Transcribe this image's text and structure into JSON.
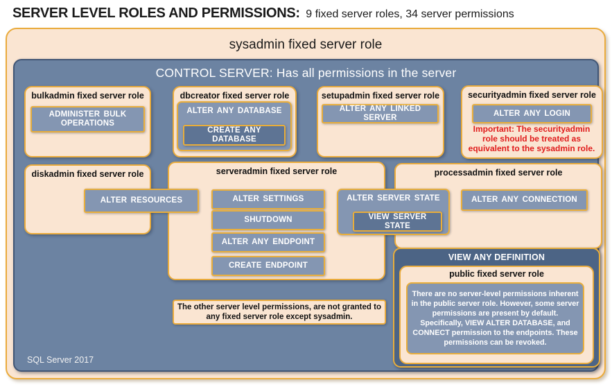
{
  "page": {
    "title_strong": "SERVER LEVEL ROLES AND PERMISSIONS:",
    "title_rest": "9 fixed server roles, 34 server permissions"
  },
  "sysadmin_label": "sysadmin fixed server role",
  "control": {
    "heading": "CONTROL SERVER: Has all permissions in the server",
    "footer": "SQL Server 2017"
  },
  "roles": {
    "bulkadmin": {
      "title": "bulkadmin fixed server role",
      "permission": "ADMINISTER BULK OPERATIONS"
    },
    "dbcreator": {
      "title": "dbcreator fixed server role",
      "permission_outer": "ALTER ANY DATABASE",
      "permission_inner": "CREATE ANY DATABASE"
    },
    "setupadmin": {
      "title": "setupadmin fixed server role",
      "permission": "ALTER ANY LINKED SERVER"
    },
    "securityadmin": {
      "title": "securityadmin fixed server role",
      "permission": "ALTER ANY LOGIN",
      "important_note": "Important: The securityadmin role should be treated as equivalent to the sysadmin role."
    },
    "diskadmin": {
      "title": "diskadmin fixed server role",
      "permission": "ALTER RESOURCES"
    },
    "serveradmin": {
      "title": "serveradmin fixed server role",
      "permissions": [
        "ALTER SETTINGS",
        "SHUTDOWN",
        "ALTER ANY ENDPOINT",
        "CREATE ENDPOINT"
      ],
      "shared_permission_outer": "ALTER SERVER STATE",
      "shared_permission_inner": "VIEW SERVER STATE"
    },
    "processadmin": {
      "title": "processadmin fixed server role",
      "permission": "ALTER ANY CONNECTION"
    },
    "public": {
      "container_permission": "VIEW ANY DEFINITION",
      "title": "public fixed server role",
      "description": "There are no server-level permissions inherent in the public server role. However, some server permissions are present by default. Specifically, VIEW ALTER DATABASE, and CONNECT permission to the endpoints. These permissions can be revoked."
    }
  },
  "footnote": "The other server level permissions, are not granted to any fixed server role except sysadmin.",
  "colors": {
    "gold_border": "#EAAB3C",
    "peach_fill": "#FAE5D2",
    "slate_fill": "#6C83A2",
    "permission_fill": "#8496B2",
    "permission_dark_fill": "#5E7494",
    "definition_fill": "#4C6485",
    "warning_red": "#E01B1B"
  }
}
